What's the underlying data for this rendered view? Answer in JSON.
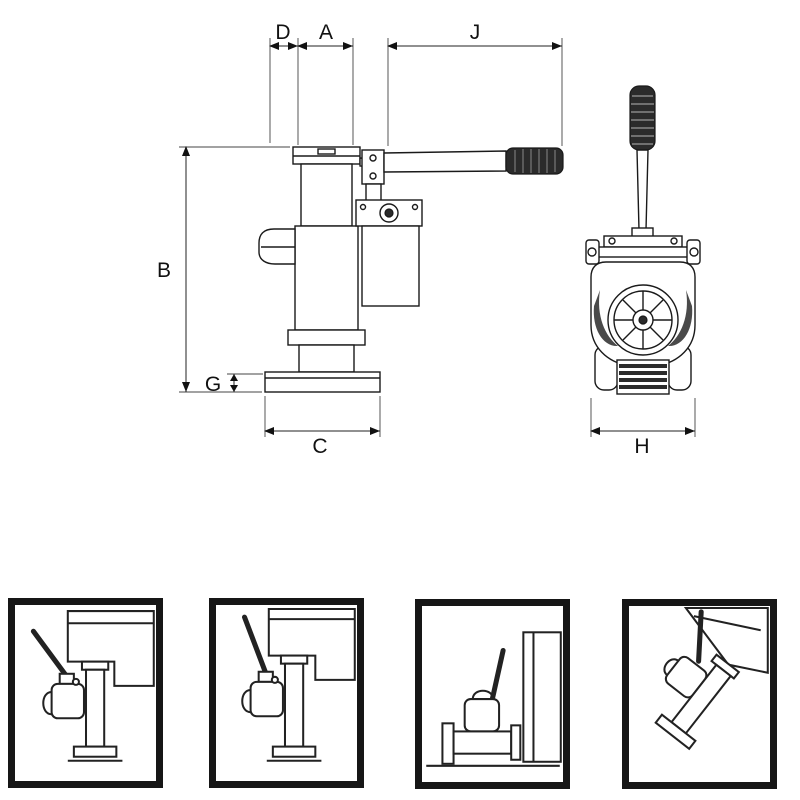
{
  "diagram": {
    "labels": {
      "d": "D",
      "a": "A",
      "j": "J",
      "b": "B",
      "g": "G",
      "c": "C",
      "h": "H"
    },
    "line_color": "#1a1a1a",
    "background": "#ffffff"
  },
  "views": {
    "side_view_icon": "toe-jack-side-view",
    "front_view_icon": "toe-jack-front-view"
  },
  "thumbnails": [
    {
      "icon": "jack-under-machine-low-illustration"
    },
    {
      "icon": "jack-under-machine-raised-illustration"
    },
    {
      "icon": "jack-horizontal-use-illustration"
    },
    {
      "icon": "jack-tilted-use-illustration"
    }
  ]
}
